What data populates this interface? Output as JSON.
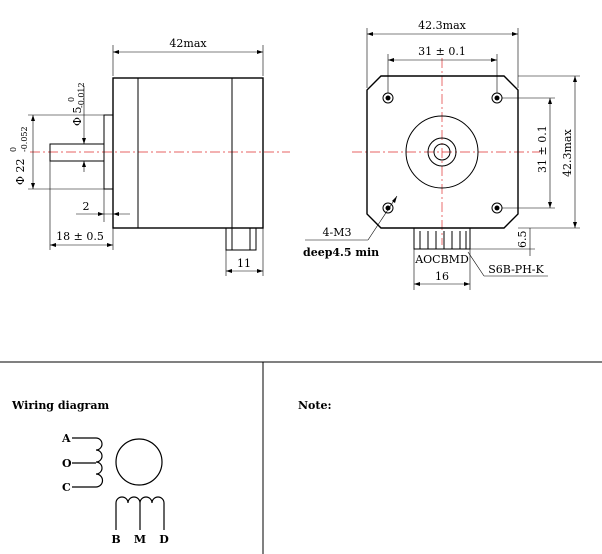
{
  "side_view": {
    "body_length": "42max",
    "shaft_diameter_main": "22",
    "shaft_diameter_upper": "0",
    "shaft_diameter_lower": "-0.052",
    "shaft_diameter_prefix": "Φ",
    "shaft_tip_main": "5",
    "shaft_tip_upper": "0",
    "shaft_tip_lower": "-0.012",
    "shaft_tip_prefix": "Φ",
    "flange": "2",
    "shaft_length": "18 ± 0.5",
    "connector": "11"
  },
  "front_view": {
    "width": "42.3max",
    "hole_spacing_h": "31 ± 0.1",
    "hole_spacing_v": "31 ± 0.1",
    "height": "42.3max",
    "screw": "4-M3",
    "screw_depth": "deep4.5 min",
    "connector_offset": "6.5",
    "connector_pins": "AOCBMD",
    "connector_width": "16",
    "connector_model": "S6B-PH-K"
  },
  "wiring": {
    "title": "Wiring diagram",
    "leads_left": [
      "A",
      "O",
      "C"
    ],
    "leads_bottom": [
      "B",
      "M",
      "D"
    ]
  },
  "note": {
    "title": "Note:"
  }
}
